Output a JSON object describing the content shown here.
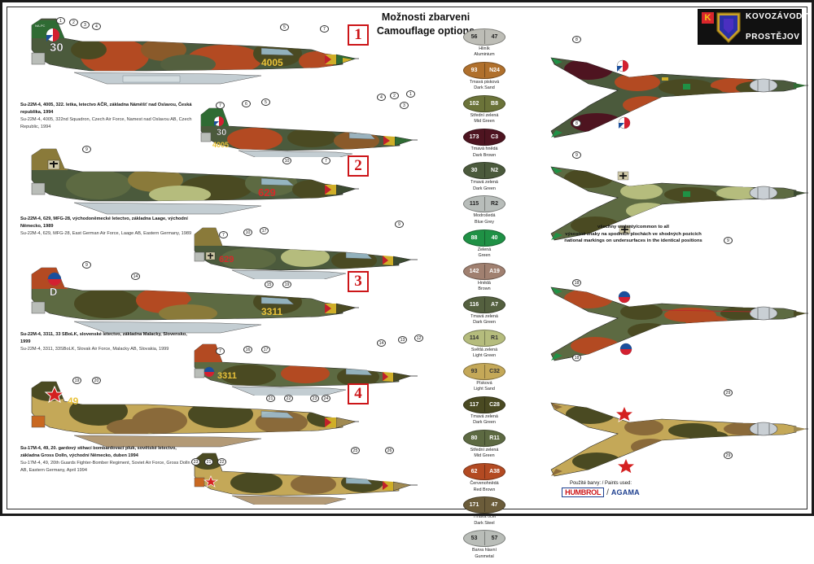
{
  "header": {
    "title_cz": "Možnosti zbarveni",
    "title_en": "Camouflage options"
  },
  "logo": {
    "k": "K",
    "line1": "KOVOZÁVODY",
    "line2": "PROSTĚJOV"
  },
  "options": [
    {
      "badge": "1",
      "serial": "4005",
      "tail_code": "30",
      "tail_stencil": "NA-PC",
      "caption_cz": "Su-22M-4, 4005, 322. letka, letectvo AČR, základna Náměšť nad Oslavou, Česká republika, 1994",
      "caption_en": "Su-22M-4, 4005, 322nd Squadron, Czech Air Force, Namest nad Oslavou AB, Czech Republic, 1994"
    },
    {
      "badge": "2",
      "serial": "629",
      "tail_code": "",
      "tail_stencil": "",
      "caption_cz": "Su-22M-4, 629, MFG-28, východoněmecké letectvo, základna Laage, východní Německo, 1989",
      "caption_en": "Su-22M-4, 629, MFG-28, East German Air Force, Laage AB, Eastern Germany, 1989"
    },
    {
      "badge": "3",
      "serial": "3311",
      "tail_code": "D",
      "tail_stencil": "",
      "caption_cz": "Su-22M-4, 3311, 33 SBoLK, slovenské letectvo, základna Malacky, Slovensko, 1999",
      "caption_en": "Su-22M-4, 3311, 33SBoLK, Slovak Air Force, Malacky AB, Slovakia, 1999"
    },
    {
      "badge": "4",
      "serial": "49",
      "tail_code": "",
      "tail_stencil": "",
      "caption_cz": "Su-17M-4, 49, 20. gardový stihací bombardovací pluk, sovětské letectvo, základna Gross Dolln, východní Německo, duben 1994",
      "caption_en": "Su-17M-4, 49, 20th Guards Fighter-Bomber Regiment, Soviet Air Force, Gross Dolln AB, Eastern Germany, April 1994"
    }
  ],
  "paints": [
    {
      "humbrol": "56",
      "agama": "47",
      "cz": "Hliník",
      "en": "Aluminium",
      "color": "#bdbdb6",
      "text": "#222222"
    },
    {
      "humbrol": "93",
      "agama": "N24",
      "cz": "Tmavá pisková",
      "en": "Dark Sand",
      "color": "#b0702c",
      "text": "#ffffff"
    },
    {
      "humbrol": "102",
      "agama": "B8",
      "cz": "Střední zelená",
      "en": "Mid Green",
      "color": "#6b7339",
      "text": "#ffffff"
    },
    {
      "humbrol": "173",
      "agama": "C3",
      "cz": "Tmavá hnědá",
      "en": "Dark Brown",
      "color": "#4e1420",
      "text": "#ffffff"
    },
    {
      "humbrol": "30",
      "agama": "N2",
      "cz": "Tmavá zelená",
      "en": "Dark Green",
      "color": "#4b5a3c",
      "text": "#ffffff"
    },
    {
      "humbrol": "115",
      "agama": "R2",
      "cz": "Modrošedá",
      "en": "Blue Grey",
      "color": "#b8bdba",
      "text": "#222222"
    },
    {
      "humbrol": "88",
      "agama": "40",
      "cz": "Zelená",
      "en": "Green",
      "color": "#1f9145",
      "text": "#ffffff"
    },
    {
      "humbrol": "142",
      "agama": "A19",
      "cz": "Hnědá",
      "en": "Brown",
      "color": "#a08070",
      "text": "#ffffff"
    },
    {
      "humbrol": "116",
      "agama": "A7",
      "cz": "Tmavá zelená",
      "en": "Dark Green",
      "color": "#54603f",
      "text": "#ffffff"
    },
    {
      "humbrol": "114",
      "agama": "R1",
      "cz": "Světlá zelená",
      "en": "Light Green",
      "color": "#b5bc7d",
      "text": "#333333"
    },
    {
      "humbrol": "93",
      "agama": "C32",
      "cz": "Písková",
      "en": "Light Sand",
      "color": "#c4a858",
      "text": "#333333"
    },
    {
      "humbrol": "117",
      "agama": "C28",
      "cz": "Tmavá zelená",
      "en": "Dark Green",
      "color": "#4a4a22",
      "text": "#ffffff"
    },
    {
      "humbrol": "80",
      "agama": "R11",
      "cz": "Střední zelená",
      "en": "Mid Green",
      "color": "#5d6a42",
      "text": "#ffffff"
    },
    {
      "humbrol": "62",
      "agama": "A38",
      "cz": "Červenohnědá",
      "en": "Red Brown",
      "color": "#b34a22",
      "text": "#ffffff"
    },
    {
      "humbrol": "171",
      "agama": "47",
      "cz": "Tmavá ocel",
      "en": "Dark Steel",
      "color": "#6b5c3a",
      "text": "#ffffff"
    },
    {
      "humbrol": "53",
      "agama": "57",
      "cz": "Barva hlavní",
      "en": "Gunmetal",
      "color": "#b9bdb8",
      "text": "#222222"
    }
  ],
  "common_note": {
    "line1": "všechny varianty/common to all",
    "line2": "výsostné znaky na spodních plochách ve shodných pozicích",
    "line3": "national markings on undersurfaces in the identical positions"
  },
  "paints_used": {
    "label": "Použité barvy: / Paints used:",
    "brand1": "HUMBROL",
    "separator": "/",
    "brand2": "AGAMA"
  },
  "callouts": {
    "p1": [
      "1",
      "2",
      "3",
      "4",
      "5",
      "7"
    ],
    "p1b": [
      "4",
      "2",
      "1",
      "3"
    ],
    "p1c": [
      "7",
      "6",
      "5"
    ],
    "p2": [
      "9",
      "10",
      "7"
    ],
    "p2b": [
      "7",
      "10",
      "17",
      "9"
    ],
    "p3": [
      "9",
      "14",
      "15",
      "19"
    ],
    "p3b": [
      "7",
      "16",
      "17",
      "14",
      "13",
      "12"
    ],
    "p4": [
      "19",
      "20",
      "21",
      "22",
      "23",
      "24"
    ],
    "p4b": [
      "23",
      "21",
      "22",
      "25",
      "26"
    ],
    "top": [
      "8",
      "8",
      "9",
      "9",
      "18",
      "18",
      "29",
      "29"
    ]
  },
  "colors": {
    "accent_red": "#cc1518",
    "frame": "#1a1a1a",
    "text": "#111111"
  }
}
